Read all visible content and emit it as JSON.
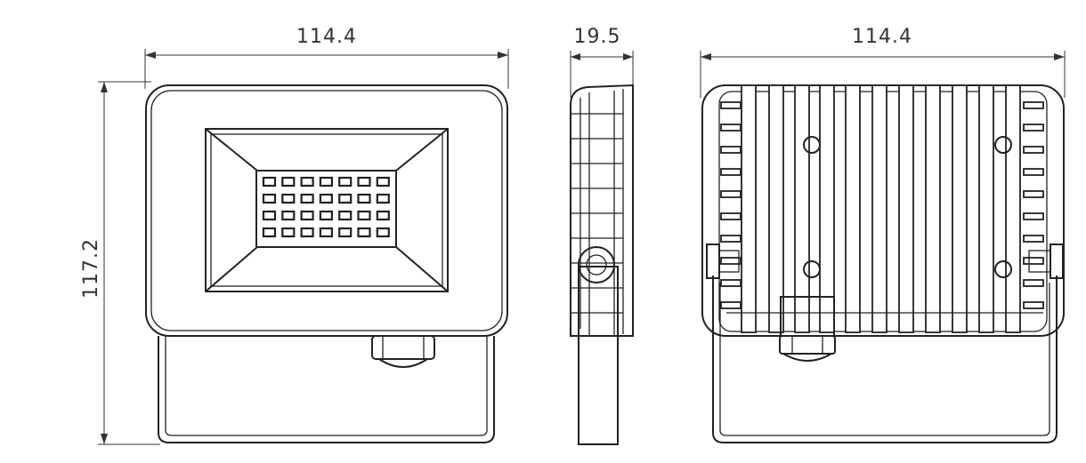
{
  "dimensions": {
    "front_width": "114.4",
    "front_height": "117.2",
    "side_depth": "19.5",
    "back_width": "114.4"
  },
  "led_grid": {
    "rows": 4,
    "cols": 7
  }
}
